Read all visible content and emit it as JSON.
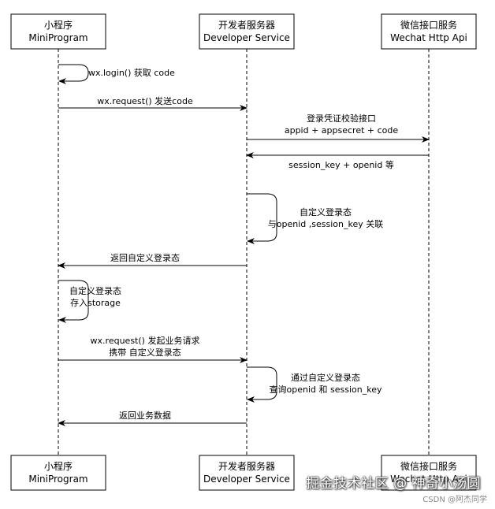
{
  "colors": {
    "lifeline": "#000000",
    "box_border": "#000000",
    "box_fill": "#ffffff",
    "background": "#ffffff"
  },
  "participants": [
    {
      "id": "mini",
      "line1": "小程序",
      "line2": "MiniProgram"
    },
    {
      "id": "dev",
      "line1": "开发者服务器",
      "line2": "Developer Service"
    },
    {
      "id": "wx",
      "line1": "微信接口服务",
      "line2": "Wechat Http Api"
    }
  ],
  "messages": [
    {
      "kind": "self",
      "on": "mini",
      "lines": [
        "wx.login() 获取 code"
      ]
    },
    {
      "kind": "call",
      "from": "mini",
      "to": "dev",
      "lines": [
        "wx.request() 发送code"
      ]
    },
    {
      "kind": "call",
      "from": "dev",
      "to": "wx",
      "lines": [
        "登录凭证校验接口",
        "appid + appsecret + code"
      ]
    },
    {
      "kind": "call",
      "from": "wx",
      "to": "dev",
      "lines": [
        "session_key + openid 等"
      ]
    },
    {
      "kind": "self",
      "on": "dev",
      "lines": [
        "自定义登录态",
        "与openid ,session_key 关联"
      ]
    },
    {
      "kind": "call",
      "from": "dev",
      "to": "mini",
      "lines": [
        "返回自定义登录态"
      ]
    },
    {
      "kind": "self",
      "on": "mini",
      "lines": [
        "自定义登录态",
        "存入storage"
      ]
    },
    {
      "kind": "call",
      "from": "mini",
      "to": "dev",
      "lines": [
        "wx.request() 发起业务请求",
        "携带 自定义登录态"
      ]
    },
    {
      "kind": "self",
      "on": "dev",
      "lines": [
        "通过自定义登录态",
        "查询openid 和 session_key"
      ]
    },
    {
      "kind": "call",
      "from": "dev",
      "to": "mini",
      "lines": [
        "返回业务数据"
      ]
    }
  ],
  "watermark": {
    "main": "掘金技术社区 @ 神奇小汤圆",
    "csdn": "CSDN @阿杰同学"
  }
}
